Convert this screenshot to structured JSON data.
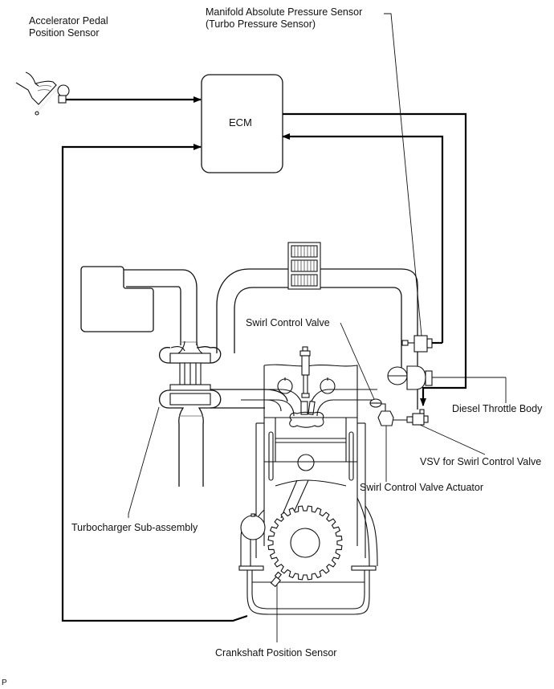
{
  "diagram": {
    "title": "Diesel engine control system — Swirl Control Valve circuit",
    "ecm_label": "ECM",
    "figure_code": "P",
    "labels": {
      "accelerator_pedal": [
        "Accelerator Pedal",
        "Position Sensor"
      ],
      "map_sensor": [
        "Manifold Absolute Pressure Sensor",
        "(Turbo Pressure Sensor)"
      ],
      "swirl_control_valve": "Swirl Control Valve",
      "diesel_throttle_body": "Diesel Throttle Body",
      "vsv_swirl": "VSV for Swirl Control Valve",
      "swirl_actuator": "Swirl Control Valve Actuator",
      "turbocharger": "Turbocharger Sub-assembly",
      "crankshaft_sensor": "Crankshaft Position Sensor"
    },
    "signals": [
      {
        "from": "Accelerator Pedal Position Sensor",
        "to": "ECM",
        "direction": "input"
      },
      {
        "from": "Crankshaft Position Sensor",
        "to": "ECM",
        "direction": "input"
      },
      {
        "from": "Manifold Absolute Pressure Sensor",
        "to": "ECM",
        "direction": "input"
      },
      {
        "from": "ECM",
        "to": "VSV for Swirl Control Valve",
        "direction": "output"
      }
    ],
    "colors": {
      "line": "#111111",
      "background": "#ffffff"
    }
  }
}
